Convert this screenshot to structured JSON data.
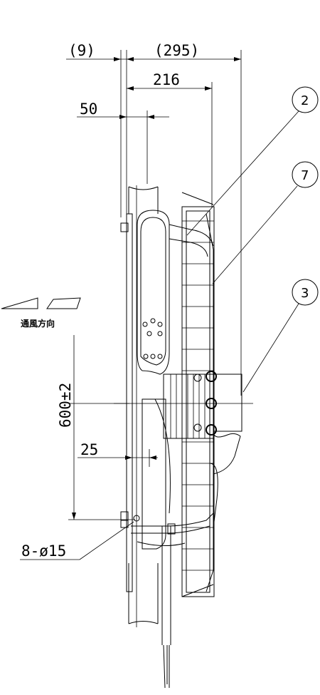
{
  "dimensions": {
    "gap_top": "(9)",
    "total_depth": "(295)",
    "depth_216": "216",
    "depth_50": "50",
    "hole_pitch": "600±2",
    "offset_25": "25",
    "holes": "8-ø15"
  },
  "airflow_label": "通風方向",
  "balloons": [
    "2",
    "7",
    "3"
  ]
}
